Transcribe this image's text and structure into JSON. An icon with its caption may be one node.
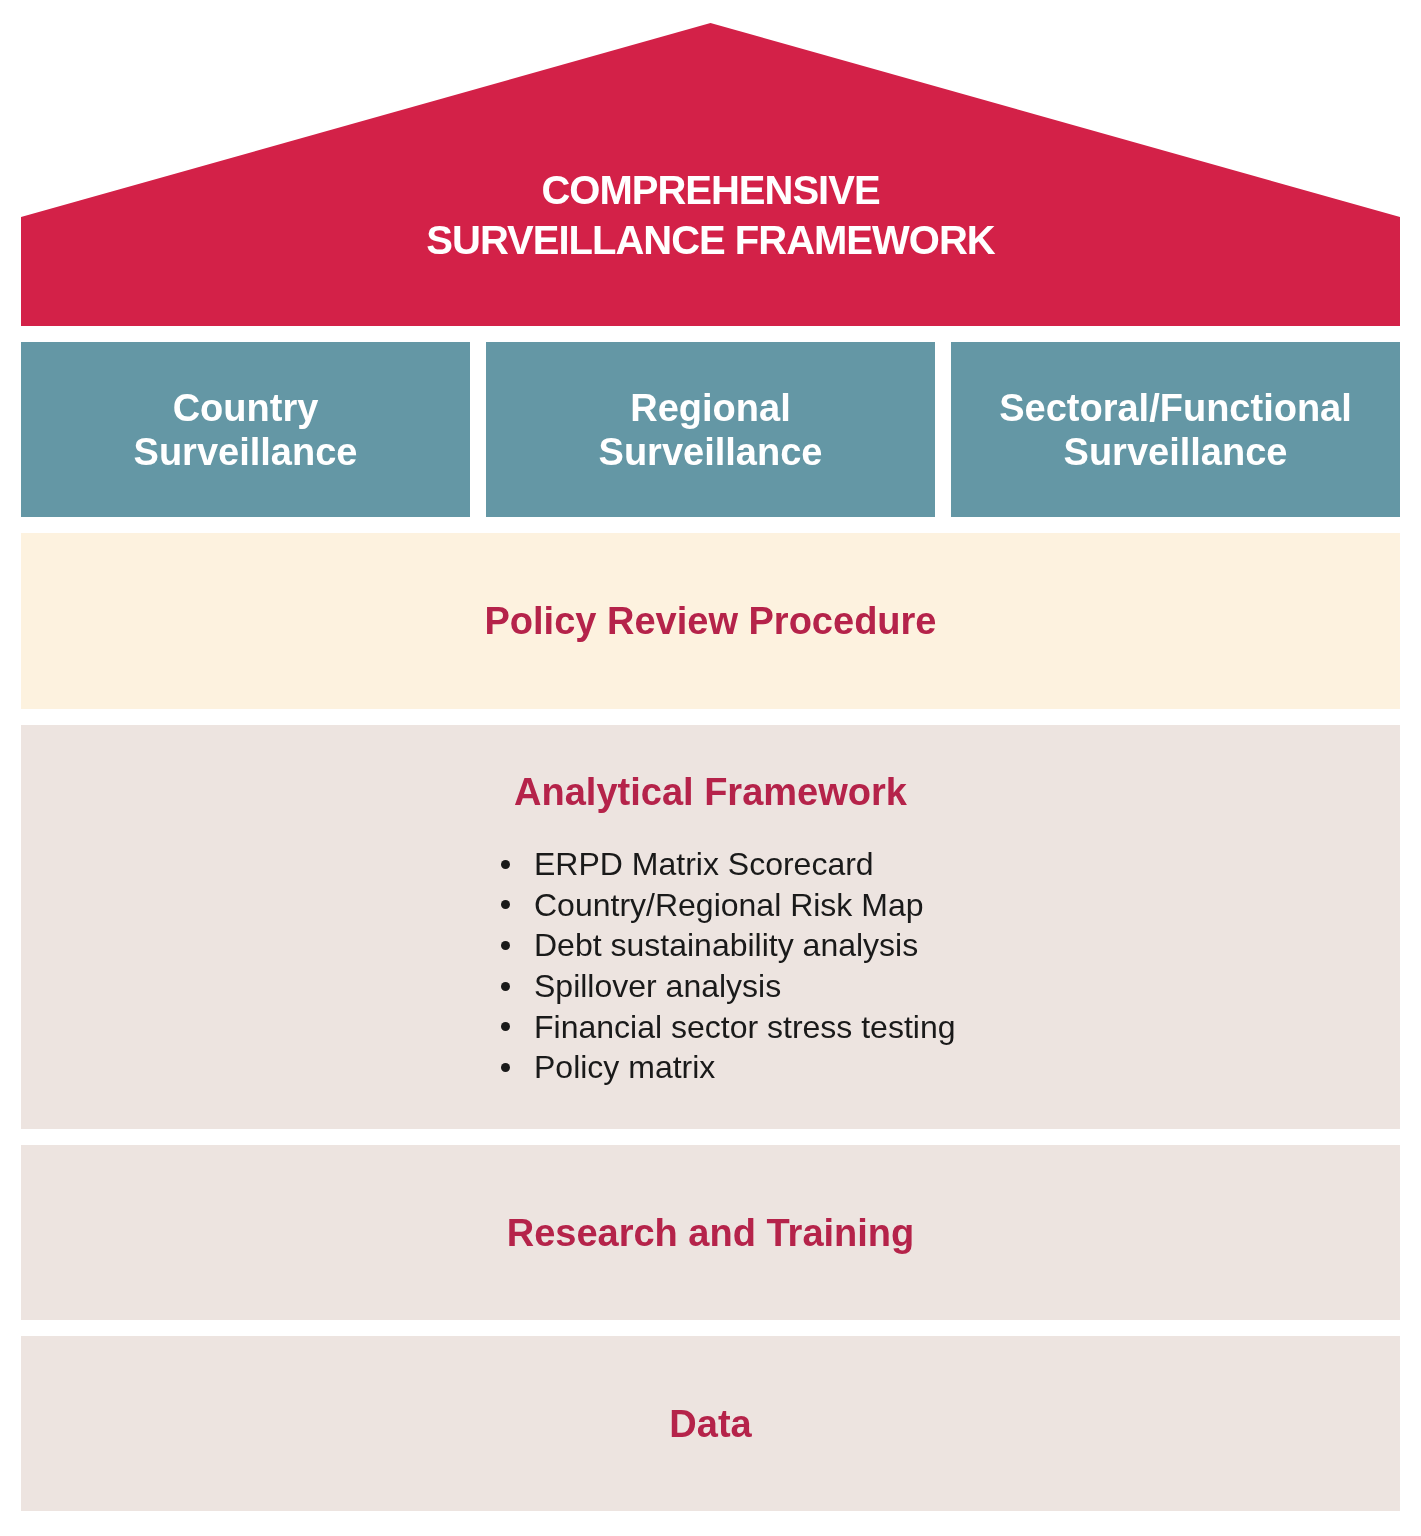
{
  "diagram": {
    "nodes": [
      {
        "text": [
          "COMPREHENSIVE SURVEILLANCE FRAMEWORK"
        ]
      },
      {
        "text": [
          "Country Surveillance"
        ]
      },
      {
        "text": [
          "Regional Surveillance"
        ]
      },
      {
        "text": [
          "Sectoral/Functional Surveillance"
        ]
      },
      {
        "text": [
          "Policy Review Procedure"
        ]
      },
      {
        "text": [
          "Analytical Framework",
          "ERPD Matrix Scorecard",
          "Country/Regional Risk Map",
          "Debt sustainability analysis",
          "Spillover analysis",
          "Financial sector stress testing",
          "Policy matrix"
        ]
      },
      {
        "text": [
          "Research and Training"
        ]
      },
      {
        "text": [
          "Data"
        ]
      }
    ]
  }
}
